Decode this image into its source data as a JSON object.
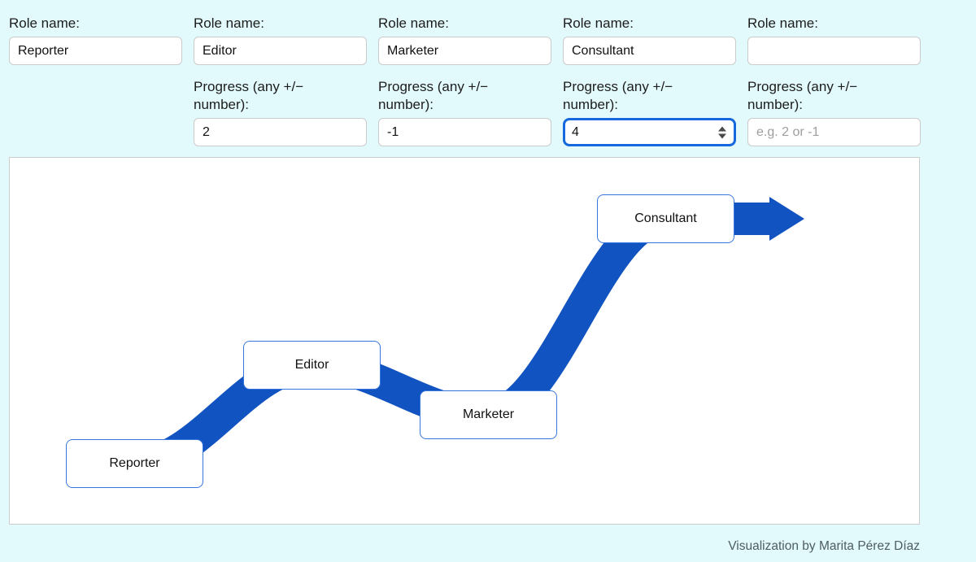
{
  "colors": {
    "page_background": "#e3fafc",
    "ribbon_blue": "#1153c0",
    "node_border_blue": "#3575dd",
    "focus_border_blue": "#1668dc"
  },
  "form": {
    "role_label": "Role name:",
    "progress_label": "Progress (any +/− number):",
    "progress_placeholder": "e.g. 2 or -1",
    "columns": [
      {
        "role": "Reporter"
      },
      {
        "role": "Editor",
        "progress": "2"
      },
      {
        "role": "Marketer",
        "progress": "-1"
      },
      {
        "role": "Consultant",
        "progress": "4"
      },
      {
        "role": "",
        "progress": ""
      }
    ]
  },
  "visualization": {
    "type": "career-path-flow",
    "nodes": [
      {
        "label": "Reporter"
      },
      {
        "label": "Editor"
      },
      {
        "label": "Marketer"
      },
      {
        "label": "Consultant"
      }
    ],
    "steps": [
      {
        "from": "Reporter",
        "to": "Editor",
        "progress": 2
      },
      {
        "from": "Editor",
        "to": "Marketer",
        "progress": -1
      },
      {
        "from": "Marketer",
        "to": "Consultant",
        "progress": 4
      }
    ]
  },
  "footer": {
    "credit": "Visualization by Marita Pérez Díaz"
  }
}
